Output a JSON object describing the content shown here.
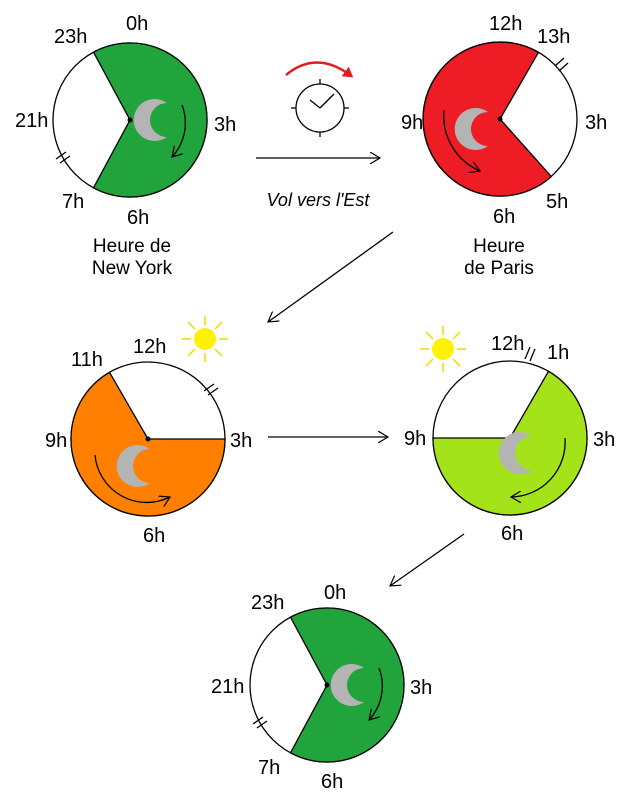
{
  "colors": {
    "new_york": "#22a43c",
    "paris": "#ee1c24",
    "orange": "#ff7f00",
    "lime": "#a4e21a",
    "moon": "#b4b4b4",
    "sun": "#fff200",
    "sun_rays": "#f0d800",
    "flight_arrow": "#e01b24"
  },
  "icons": [
    "clock-icon",
    "sun-icon",
    "moon-icon"
  ],
  "clock_new_york_top": {
    "hours": {
      "h23": "23h",
      "h0": "0h",
      "h21": "21h",
      "h3": "3h",
      "h7": "7h",
      "h6": "6h"
    },
    "caption_line1": "Heure de",
    "caption_line2": "New York"
  },
  "clock_paris": {
    "hours": {
      "h12": "12h",
      "h13": "13h",
      "h9": "9h",
      "h3": "3h",
      "h6": "6h",
      "h5": "5h"
    },
    "caption_line1": "Heure",
    "caption_line2": "de Paris"
  },
  "flight_label": "Vol vers l'Est",
  "clock_orange": {
    "hours": {
      "h11": "11h",
      "h12": "12h",
      "h9": "9h",
      "h3": "3h",
      "h6": "6h"
    }
  },
  "clock_lime": {
    "hours": {
      "h12": "12h",
      "h1": "1h",
      "h9": "9h",
      "h3": "3h",
      "h6": "6h"
    }
  },
  "clock_new_york_bottom": {
    "hours": {
      "h23": "23h",
      "h0": "0h",
      "h21": "21h",
      "h3": "3h",
      "h7": "7h",
      "h6": "6h"
    }
  }
}
